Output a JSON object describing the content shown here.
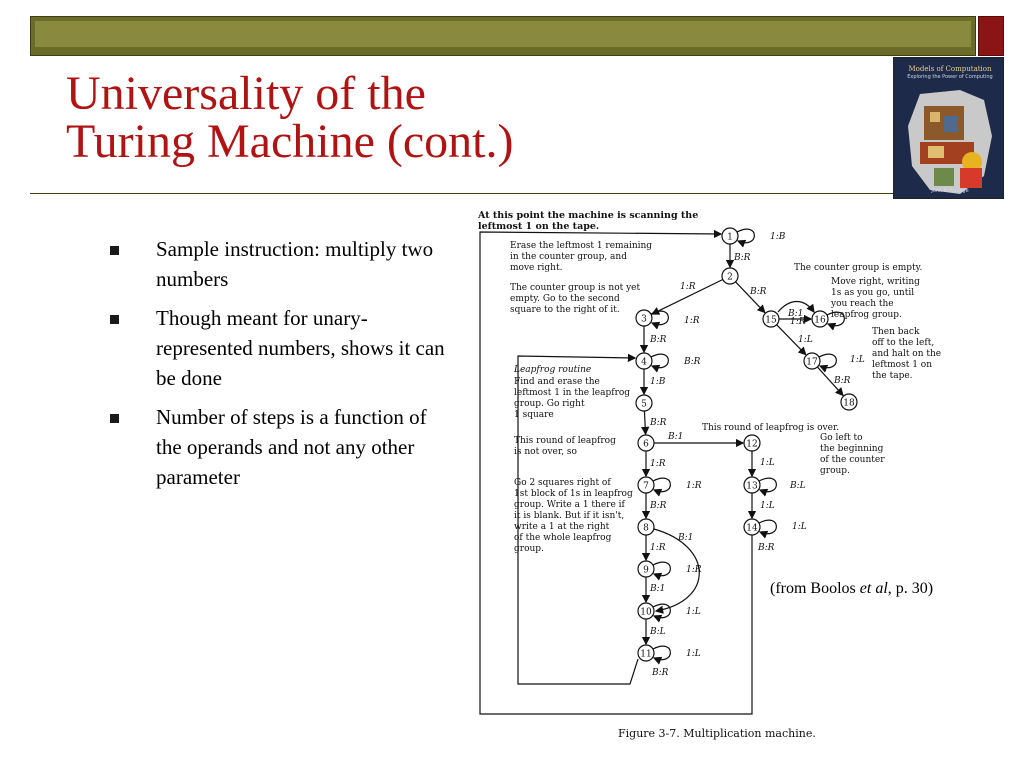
{
  "title": {
    "line1": "Universality of the",
    "line2": "Turing Machine (cont.)"
  },
  "colors": {
    "title": "#b01313",
    "bar": "#6b6b2a",
    "bar_accent": "#8b1414"
  },
  "book_cover": {
    "title": "Models of Computation",
    "subtitle": "Exploring the Power of Computing",
    "author": "John E. Savage"
  },
  "bullets": [
    {
      "text": "Sample instruction: multiply two numbers"
    },
    {
      "text": "Though meant for unary-represented numbers, shows it can be done"
    },
    {
      "text": "Number of steps is a function of the operands and not any other parameter"
    }
  ],
  "caption": {
    "prefix": "(from Boolos ",
    "italic": "et al",
    "suffix": ", p. 30)"
  },
  "figure": {
    "caption": "Figure 3-7.  Multiplication machine.",
    "notes": {
      "start": [
        "At this point the machine is scanning the",
        "leftmost 1 on the tape."
      ],
      "erase": [
        "Erase the leftmost 1 remaining",
        "in the counter group, and",
        "move right."
      ],
      "not_empty": [
        "The counter group is not yet",
        "empty. Go to the second",
        "square to the right of it."
      ],
      "empty": [
        "The counter group is empty."
      ],
      "move_right": [
        "Move right, writing",
        "1s as you go, until",
        "you reach the",
        "leapfrog group."
      ],
      "back_off": [
        "Then back",
        "off to the left,",
        "and halt on the",
        "leftmost 1 on",
        "the tape."
      ],
      "leapfrog_title": [
        "Leapfrog routine"
      ],
      "leapfrog": [
        "Find and erase the",
        "leftmost 1 in the leapfrog",
        "group. Go right",
        "1 square"
      ],
      "round_not_over": [
        "This round of leapfrog",
        "is not over, so"
      ],
      "round_over": [
        "This round of leapfrog is over."
      ],
      "go_left": [
        "Go left to",
        "the beginning",
        "of the counter",
        "group."
      ],
      "go_two": [
        "Go 2 squares right of",
        "1st block of 1s in leapfrog",
        "group. Write a 1 there if",
        "it is blank. But if it isn't,",
        "write a 1 at the right",
        "of the whole leapfrog",
        "group."
      ]
    },
    "states": [
      "1",
      "2",
      "3",
      "4",
      "5",
      "6",
      "7",
      "8",
      "9",
      "10",
      "11",
      "12",
      "13",
      "14",
      "15",
      "16",
      "17",
      "18"
    ],
    "labels": {
      "l1_loop": "1:B",
      "l1_2": "B:R",
      "l2_3": "1:R",
      "l2_15": "B:R",
      "l3_loop": "1:R",
      "l3_4": "B:R",
      "l4_loop": "B:R",
      "l4_5": "1:B",
      "l5_6": "B:R",
      "l6_12": "B:1",
      "l6_7": "1:R",
      "l7_loop": "1:R",
      "l7_8": "B:R",
      "l8_9": "1:R",
      "l8_10": "B:1",
      "l9_loop": "1:R",
      "l9_10": "B:1",
      "l10_loop": "1:L",
      "l10_11": "B:L",
      "l11_loop": "1:L",
      "l11_4": "B:R",
      "l15_loop": "1:R",
      "l15_16": "B:1",
      "l15_17": "1:L",
      "l17_loop": "1:L",
      "l17_18": "B:R",
      "l12_13": "1:L",
      "l13_loop": "B:L",
      "l13_14": "1:L",
      "l14_loop": "1:L",
      "l14_1": "B:R"
    }
  }
}
